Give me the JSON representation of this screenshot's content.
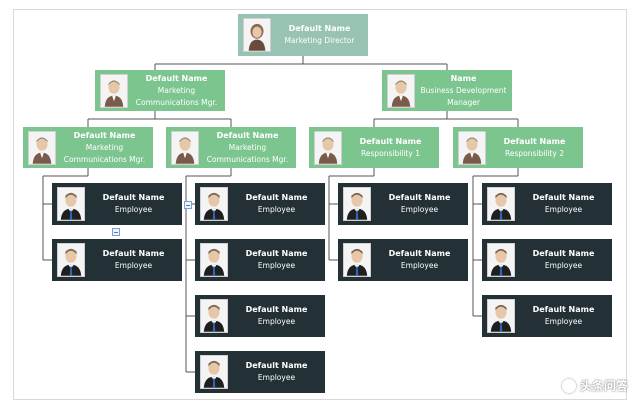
{
  "diagram": {
    "director": {
      "name": "Default Name",
      "title": "Marketing Director"
    },
    "level2": [
      {
        "name": "Default Name",
        "title": "Marketing Communications Mgr."
      },
      {
        "name": "Name",
        "title": "Business Development Manager"
      }
    ],
    "level3": [
      {
        "name": "Default Name",
        "title": "Marketing Communications Mgr."
      },
      {
        "name": "Default Name",
        "title": "Marketing Communications Mgr."
      },
      {
        "name": "Default Name",
        "title": "Responsibility 1"
      },
      {
        "name": "Default Name",
        "title": "Responsibility 2"
      }
    ],
    "employees": [
      {
        "name": "Default Name",
        "title": "Employee"
      },
      {
        "name": "Default Name",
        "title": "Employee"
      },
      {
        "name": "Default Name",
        "title": "Employee"
      },
      {
        "name": "Default Name",
        "title": "Employee"
      },
      {
        "name": "Default Name",
        "title": "Employee"
      },
      {
        "name": "Default Name",
        "title": "Employee"
      },
      {
        "name": "Default Name",
        "title": "Employee"
      },
      {
        "name": "Default Name",
        "title": "Employee"
      },
      {
        "name": "Default Name",
        "title": "Employee"
      },
      {
        "name": "Default Name",
        "title": "Employee"
      },
      {
        "name": "Default Name",
        "title": "Employee"
      }
    ]
  },
  "colors": {
    "director_box": "#98c3b2",
    "manager_box": "#7cc58f",
    "employee_box": "#233036",
    "connector": "#555555"
  },
  "watermark": "头条问答"
}
